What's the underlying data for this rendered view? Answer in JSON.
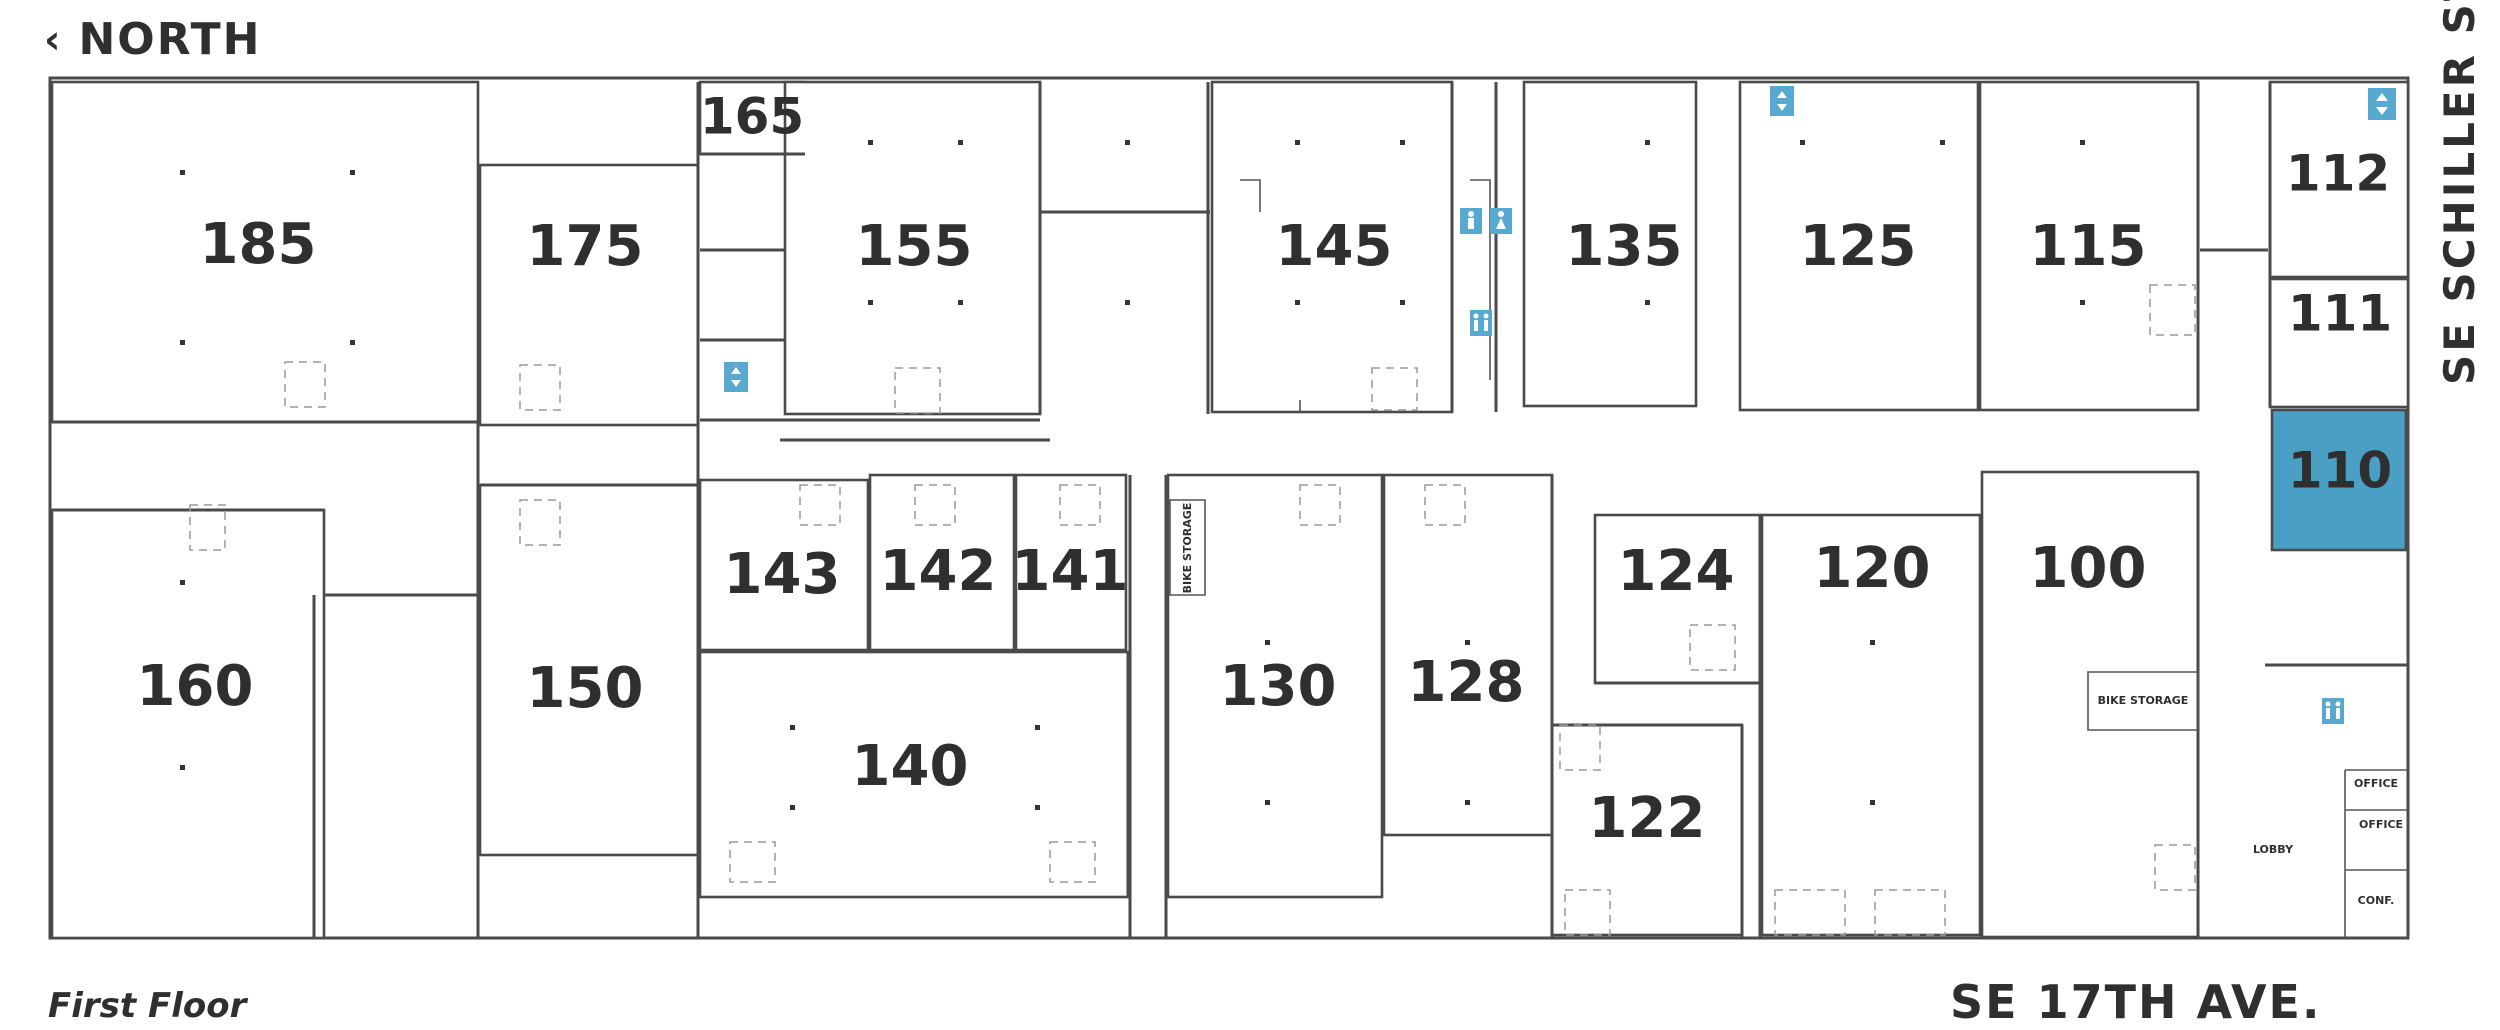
{
  "header": {
    "back_label": "NORTH"
  },
  "floor_label": "First Floor",
  "streets": {
    "south": "SE 17TH AVE.",
    "east": "SE SCHILLER ST."
  },
  "units": {
    "u185": "185",
    "u175": "175",
    "u165": "165",
    "u155": "155",
    "u145": "145",
    "u135": "135",
    "u125": "125",
    "u115": "115",
    "u112": "112",
    "u111": "111",
    "u110": "110",
    "u160": "160",
    "u150": "150",
    "u143": "143",
    "u142": "142",
    "u141": "141",
    "u140": "140",
    "u130": "130",
    "u128": "128",
    "u124": "124",
    "u120": "120",
    "u122": "122",
    "u100": "100"
  },
  "rooms": {
    "bike_storage_1": "BIKE STORAGE",
    "bike_storage_2": "BIKE STORAGE",
    "office_1": "OFFICE",
    "office_2": "OFFICE",
    "lobby": "LOBBY",
    "conf": "CONF."
  },
  "highlight": {
    "unit": "110",
    "color": "#4a9fc4"
  },
  "icons": [
    "elevator-icon",
    "restroom-icon"
  ]
}
